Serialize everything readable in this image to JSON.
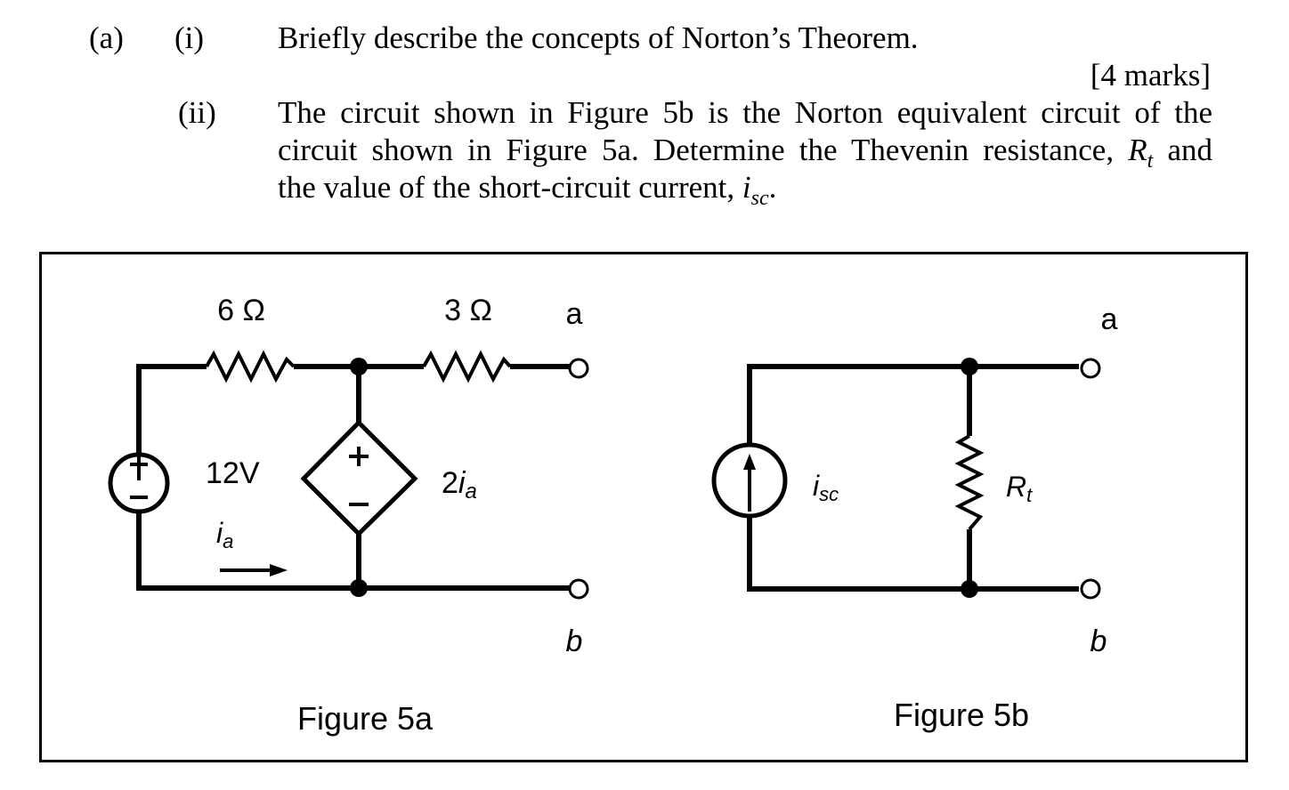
{
  "question": {
    "part_label": "(a)",
    "sub_i": {
      "label": "(i)",
      "text": "Briefly describe the concepts of Norton’s Theorem.",
      "marks": "[4 marks]"
    },
    "sub_ii": {
      "label": "(ii)",
      "line1": "The circuit shown in Figure 5b is the Norton equivalent circuit of the",
      "line2_pre": "circuit shown in Figure 5a. Determine the Thevenin resistance,",
      "line2_var": "R",
      "line2_sub": "t",
      "line2_post": "and",
      "line3_pre": "the value of the short-circuit current,",
      "line3_var": "i",
      "line3_sub": "sc",
      "line3_post": "."
    }
  },
  "figure_5a": {
    "caption": "Figure 5a",
    "r1_label": "6 Ω",
    "r2_label": "3 Ω",
    "source_label": "12V",
    "dep_source_coef": "2",
    "dep_source_var": "i",
    "dep_source_sub": "a",
    "current_var": "i",
    "current_sub": "a",
    "terminal_a": "a",
    "terminal_b": "b",
    "plus": "+",
    "minus": "−"
  },
  "figure_5b": {
    "caption": "Figure 5b",
    "current_var": "i",
    "current_sub": "sc",
    "resistor_var": "R",
    "resistor_sub": "t",
    "terminal_a": "a",
    "terminal_b": "b"
  }
}
